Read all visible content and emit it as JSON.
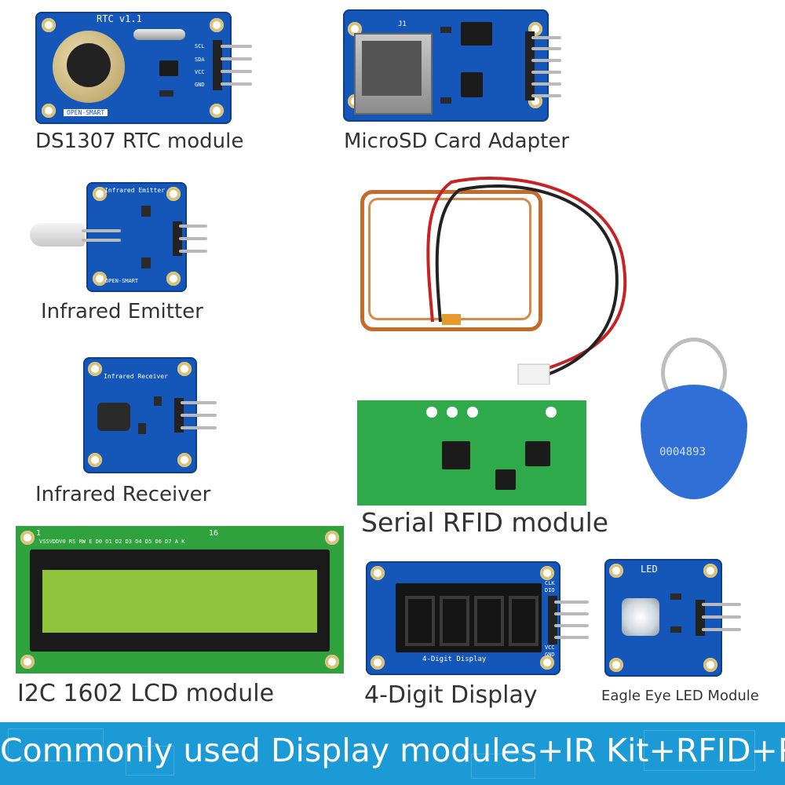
{
  "captions": {
    "rtc": "DS1307 RTC module",
    "microsd": "MicroSD Card Adapter",
    "ir_emitter": "Infrared Emitter",
    "ir_receiver": "Infrared Receiver",
    "rfid": "Serial RFID module",
    "lcd": "I2C 1602 LCD module",
    "digit_display": "4-Digit Display",
    "eagle_eye": "Eagle Eye LED Module"
  },
  "banner": "Commonly used Display modules+IR Kit+RFID+RTC",
  "silkscreen": {
    "rtc_title": "RTC v1.1",
    "rtc_brand": "OPEN-SMART",
    "rtc_pins": [
      "SCL",
      "SDA",
      "VCC",
      "GND"
    ],
    "sd_label": "J1",
    "emitter_title": "Infrared Emitter",
    "emitter_brand": "OPEN-SMART",
    "receiver_title": "Infrared Receiver",
    "lcd_pins": "VSSVDDV0 RS RW E  D0 D1 D2 D3 D4 D5 D6 D7  A  K",
    "lcd_pin_start": "1",
    "lcd_pin_end": "16",
    "digit_label": "4-Digit Display",
    "digit_pins": [
      "CLK",
      "DIO",
      "VCC",
      "GND"
    ],
    "led_title": "LED",
    "keyfob_id": "0004893"
  },
  "colors": {
    "pcb_blue": "#1457b8",
    "rfid_green": "#2faa4a",
    "lcd_green": "#8fc43c",
    "banner": "#1b9ad6"
  }
}
